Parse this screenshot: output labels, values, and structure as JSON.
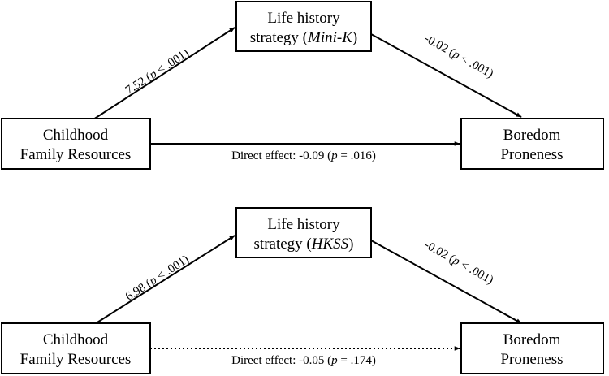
{
  "colors": {
    "stroke": "#000000",
    "background": "#ffffff"
  },
  "models": [
    {
      "mediator": {
        "line1": "Life history",
        "line2_prefix": "strategy (",
        "line2_italic": "Mini-K",
        "line2_suffix": ")"
      },
      "predictor": {
        "line1": "Childhood",
        "line2": "Family Resources"
      },
      "outcome": {
        "line1": "Boredom",
        "line2": "Proneness"
      },
      "path_a": {
        "coef": "7.52 (",
        "p": "p",
        "rest": " < .001)"
      },
      "path_b": {
        "coef": "-0.02 (",
        "p": "p",
        "rest": " < .001)"
      },
      "direct": {
        "label": "Direct effect: -0.09 (",
        "p": "p",
        "rest": " = .016)",
        "style": "solid"
      }
    },
    {
      "mediator": {
        "line1": "Life history",
        "line2_prefix": "strategy (",
        "line2_italic": "HKSS",
        "line2_suffix": ")"
      },
      "predictor": {
        "line1": "Childhood",
        "line2": "Family Resources"
      },
      "outcome": {
        "line1": "Boredom",
        "line2": "Proneness"
      },
      "path_a": {
        "coef": "6.98 (",
        "p": "p",
        "rest": " < .001)"
      },
      "path_b": {
        "coef": "-0.02 (",
        "p": "p",
        "rest": " < .001)"
      },
      "direct": {
        "label": "Direct effect: -0.05 (",
        "p": "p",
        "rest": " = .174)",
        "style": "dotted"
      }
    }
  ]
}
